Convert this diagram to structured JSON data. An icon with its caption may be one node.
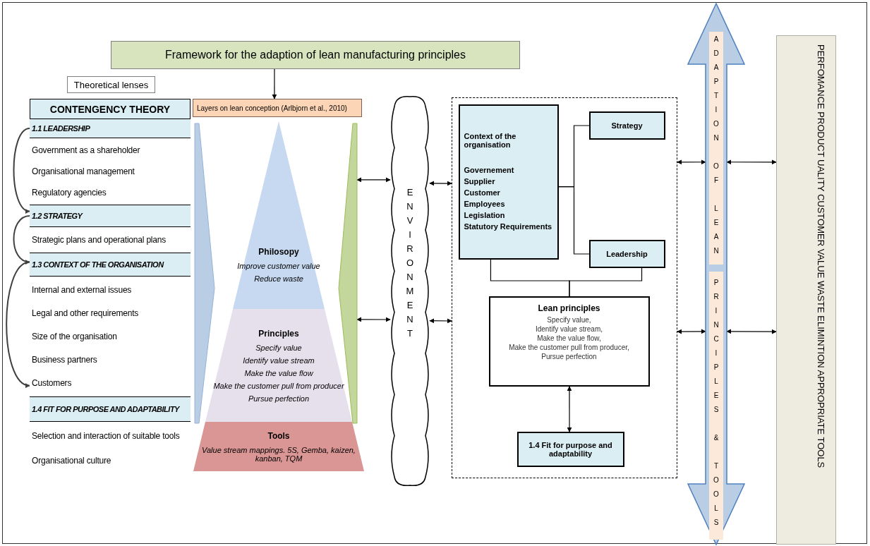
{
  "diagram": {
    "nodes": [
      {
        "text": [
          "Framework for the adaption of lean manufacturing principles"
        ]
      },
      {
        "text": [
          "Theoretical lenses"
        ]
      },
      {
        "text": [
          "CONTENGENCY THEORY"
        ]
      },
      {
        "text": [
          "1.1 LEADERSHIP"
        ],
        "in": 2
      },
      {
        "text": [
          "Government as a shareholder",
          "Organisational management",
          "Regulatory agencies"
        ],
        "in": 2
      },
      {
        "text": [
          "1.2 STRATEGY"
        ],
        "in": 2
      },
      {
        "text": [
          "Strategic plans and operational plans"
        ],
        "in": 2
      },
      {
        "text": [
          "1.3 CONTEXT OF THE ORGANISATION"
        ],
        "in": 2
      },
      {
        "text": [
          "Internal and external issues",
          "Legal and other requirements",
          "Size of the organisation",
          "Business partners",
          "Customers"
        ],
        "in": 2
      },
      {
        "text": [
          "1.4 FIT FOR PURPOSE AND ADAPTABILITY"
        ],
        "in": 2
      },
      {
        "text": [
          "Selection and interaction of suitable tools",
          "Organisational culture"
        ],
        "in": 2
      },
      {
        "text": [
          "Layers on lean conception (Arlbjorn et al., 2010)"
        ]
      },
      {
        "text": [],
        "shape": "chevron"
      },
      {
        "text": [
          "Philosopy",
          "Improve customer value",
          "Reduce waste"
        ]
      },
      {
        "text": [
          "Principles",
          "Specify value",
          "Identify value stream",
          "Make the value flow",
          "Make the customer pull from producer",
          "Pursue perfection"
        ]
      },
      {
        "text": [
          "Tools",
          "Value stream mappings. 5S, Gemba, kaizen, kanban, TQM"
        ]
      },
      {
        "text": [],
        "shape": "chevron"
      },
      {
        "text": [
          "ENVIRONMENT"
        ]
      },
      {
        "text": [],
        "shape": "box"
      },
      {
        "text": [
          "Context of the organisation",
          "Governement",
          "Supplier",
          "Customer",
          "Employees",
          "Legislation",
          "Statutory Requirements"
        ],
        "in": 18
      },
      {
        "text": [
          "Strategy"
        ],
        "in": 18
      },
      {
        "text": [
          "Leadership"
        ],
        "in": 18
      },
      {
        "text": [
          "Lean principles",
          "Specify value,",
          "Identify value stream,",
          "Make the value flow,",
          "Make the customer pull from producer,",
          "Pursue perfection"
        ],
        "in": 18
      },
      {
        "text": [
          "1.4 Fit for purpose and adaptability"
        ],
        "in": 18
      },
      {
        "text": [
          "ADAPTION OF LEAN",
          "PRINCIPLES & TOOLS"
        ]
      },
      {
        "text": [
          "PERFOMANCE PRODUCT UALITY CUSTOMER VALUE WASTE ELIMINTION APPROPRIATE TOOLS"
        ]
      }
    ],
    "edges": [
      {
        "from": 0,
        "to": 11,
        "arrow": "to"
      },
      {
        "from": 3,
        "to": 5,
        "arrow": "to"
      },
      {
        "from": 5,
        "to": 7,
        "arrow": "to"
      },
      {
        "from": 7,
        "to": 8,
        "arrow": "to"
      },
      {
        "from": 16,
        "to": 17,
        "arrow": "both"
      },
      {
        "from": 16,
        "to": 17,
        "arrow": "both"
      },
      {
        "from": 17,
        "to": 18,
        "arrow": "both"
      },
      {
        "from": 17,
        "to": 18,
        "arrow": "both"
      },
      {
        "from": 19,
        "to": 20,
        "arrow": "none"
      },
      {
        "from": 19,
        "to": 21,
        "arrow": "none"
      },
      {
        "from": 19,
        "to": 22,
        "arrow": "none"
      },
      {
        "from": 21,
        "to": 22,
        "arrow": "none"
      },
      {
        "from": 22,
        "to": 23,
        "arrow": "both"
      },
      {
        "from": 18,
        "to": 24,
        "arrow": "both"
      },
      {
        "from": 18,
        "to": 24,
        "arrow": "both"
      },
      {
        "from": 24,
        "to": 25,
        "arrow": "both"
      },
      {
        "from": 24,
        "to": 25,
        "arrow": "both"
      }
    ]
  }
}
